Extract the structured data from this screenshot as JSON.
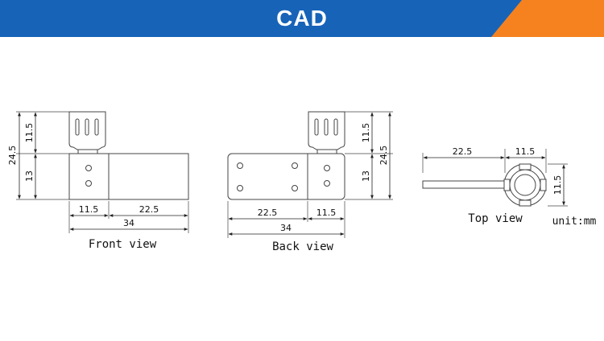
{
  "header": {
    "title": "CAD",
    "bar_color": "#1763b8",
    "accent_color": "#f5821f"
  },
  "front": {
    "caption": "Front view",
    "dims": {
      "total_h": "24.5",
      "upper_h": "11.5",
      "lower_h": "13",
      "left_w": "11.5",
      "right_w": "22.5",
      "total_w": "34"
    }
  },
  "back": {
    "caption": "Back view",
    "dims": {
      "upper_h": "11.5",
      "total_h": "24.5",
      "lower_h": "13",
      "left_w": "22.5",
      "right_w": "11.5",
      "total_w": "34"
    }
  },
  "top": {
    "caption": "Top view",
    "dims": {
      "left_w": "22.5",
      "right_w": "11.5",
      "height": "11.5"
    }
  },
  "unit_label": "unit:mm"
}
